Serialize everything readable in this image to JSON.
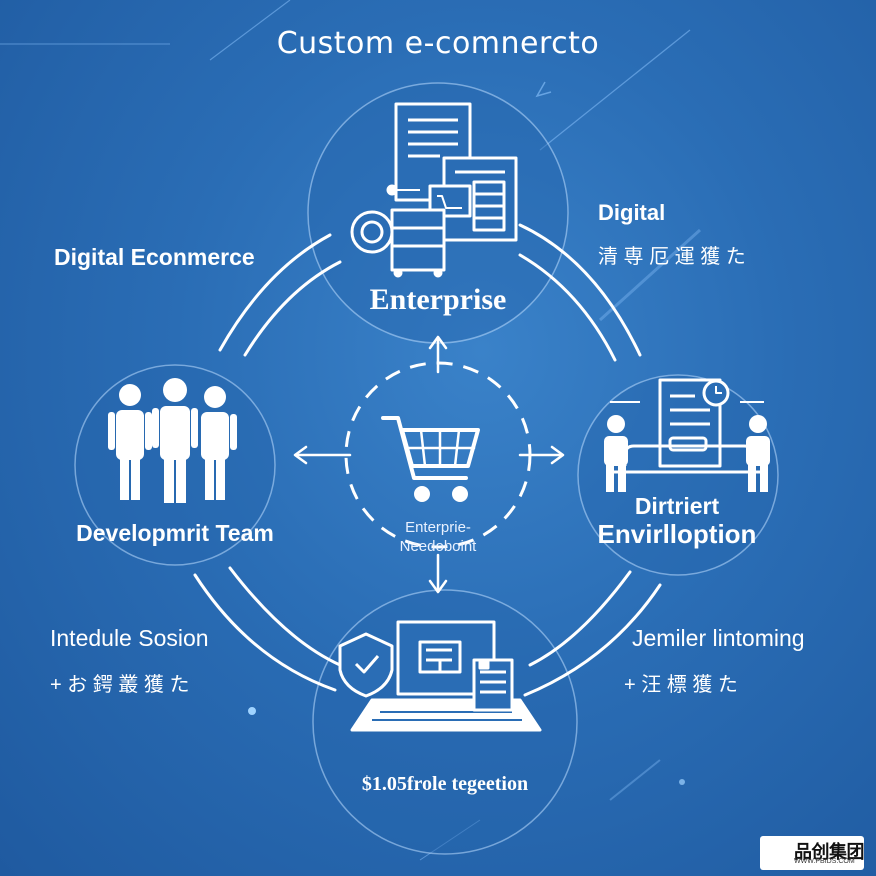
{
  "title": "Custom e-comnercto",
  "top_right": {
    "label": "Digital",
    "sub": "清 専 厄 運 獲 た"
  },
  "top_left": {
    "label": "Digital Econmerce"
  },
  "nodes": {
    "top": {
      "label": "Enterprise"
    },
    "left": {
      "label": "Developmrit Team"
    },
    "right": {
      "line1": "Dirtriert",
      "line2": "Envirlloption"
    },
    "bottom": {
      "label": "$1.05frole tegeetion"
    }
  },
  "center": {
    "line1": "Enterprie-",
    "line2": "Needoboint"
  },
  "bottom_left": {
    "label": "Intedule Sosion",
    "sub": "+ お 鍔 叢 獲 た"
  },
  "bottom_right": {
    "label": "Jemiler lintoming",
    "sub": "+ 汪 標 獲 た"
  },
  "logo": {
    "main": "品创集团",
    "sub": "WWW.PBIDS.COM"
  },
  "colors": {
    "background": "#2a6db5",
    "line": "#ffffff",
    "accent": "#9fd3ff",
    "logo_red": "#e0312b"
  }
}
